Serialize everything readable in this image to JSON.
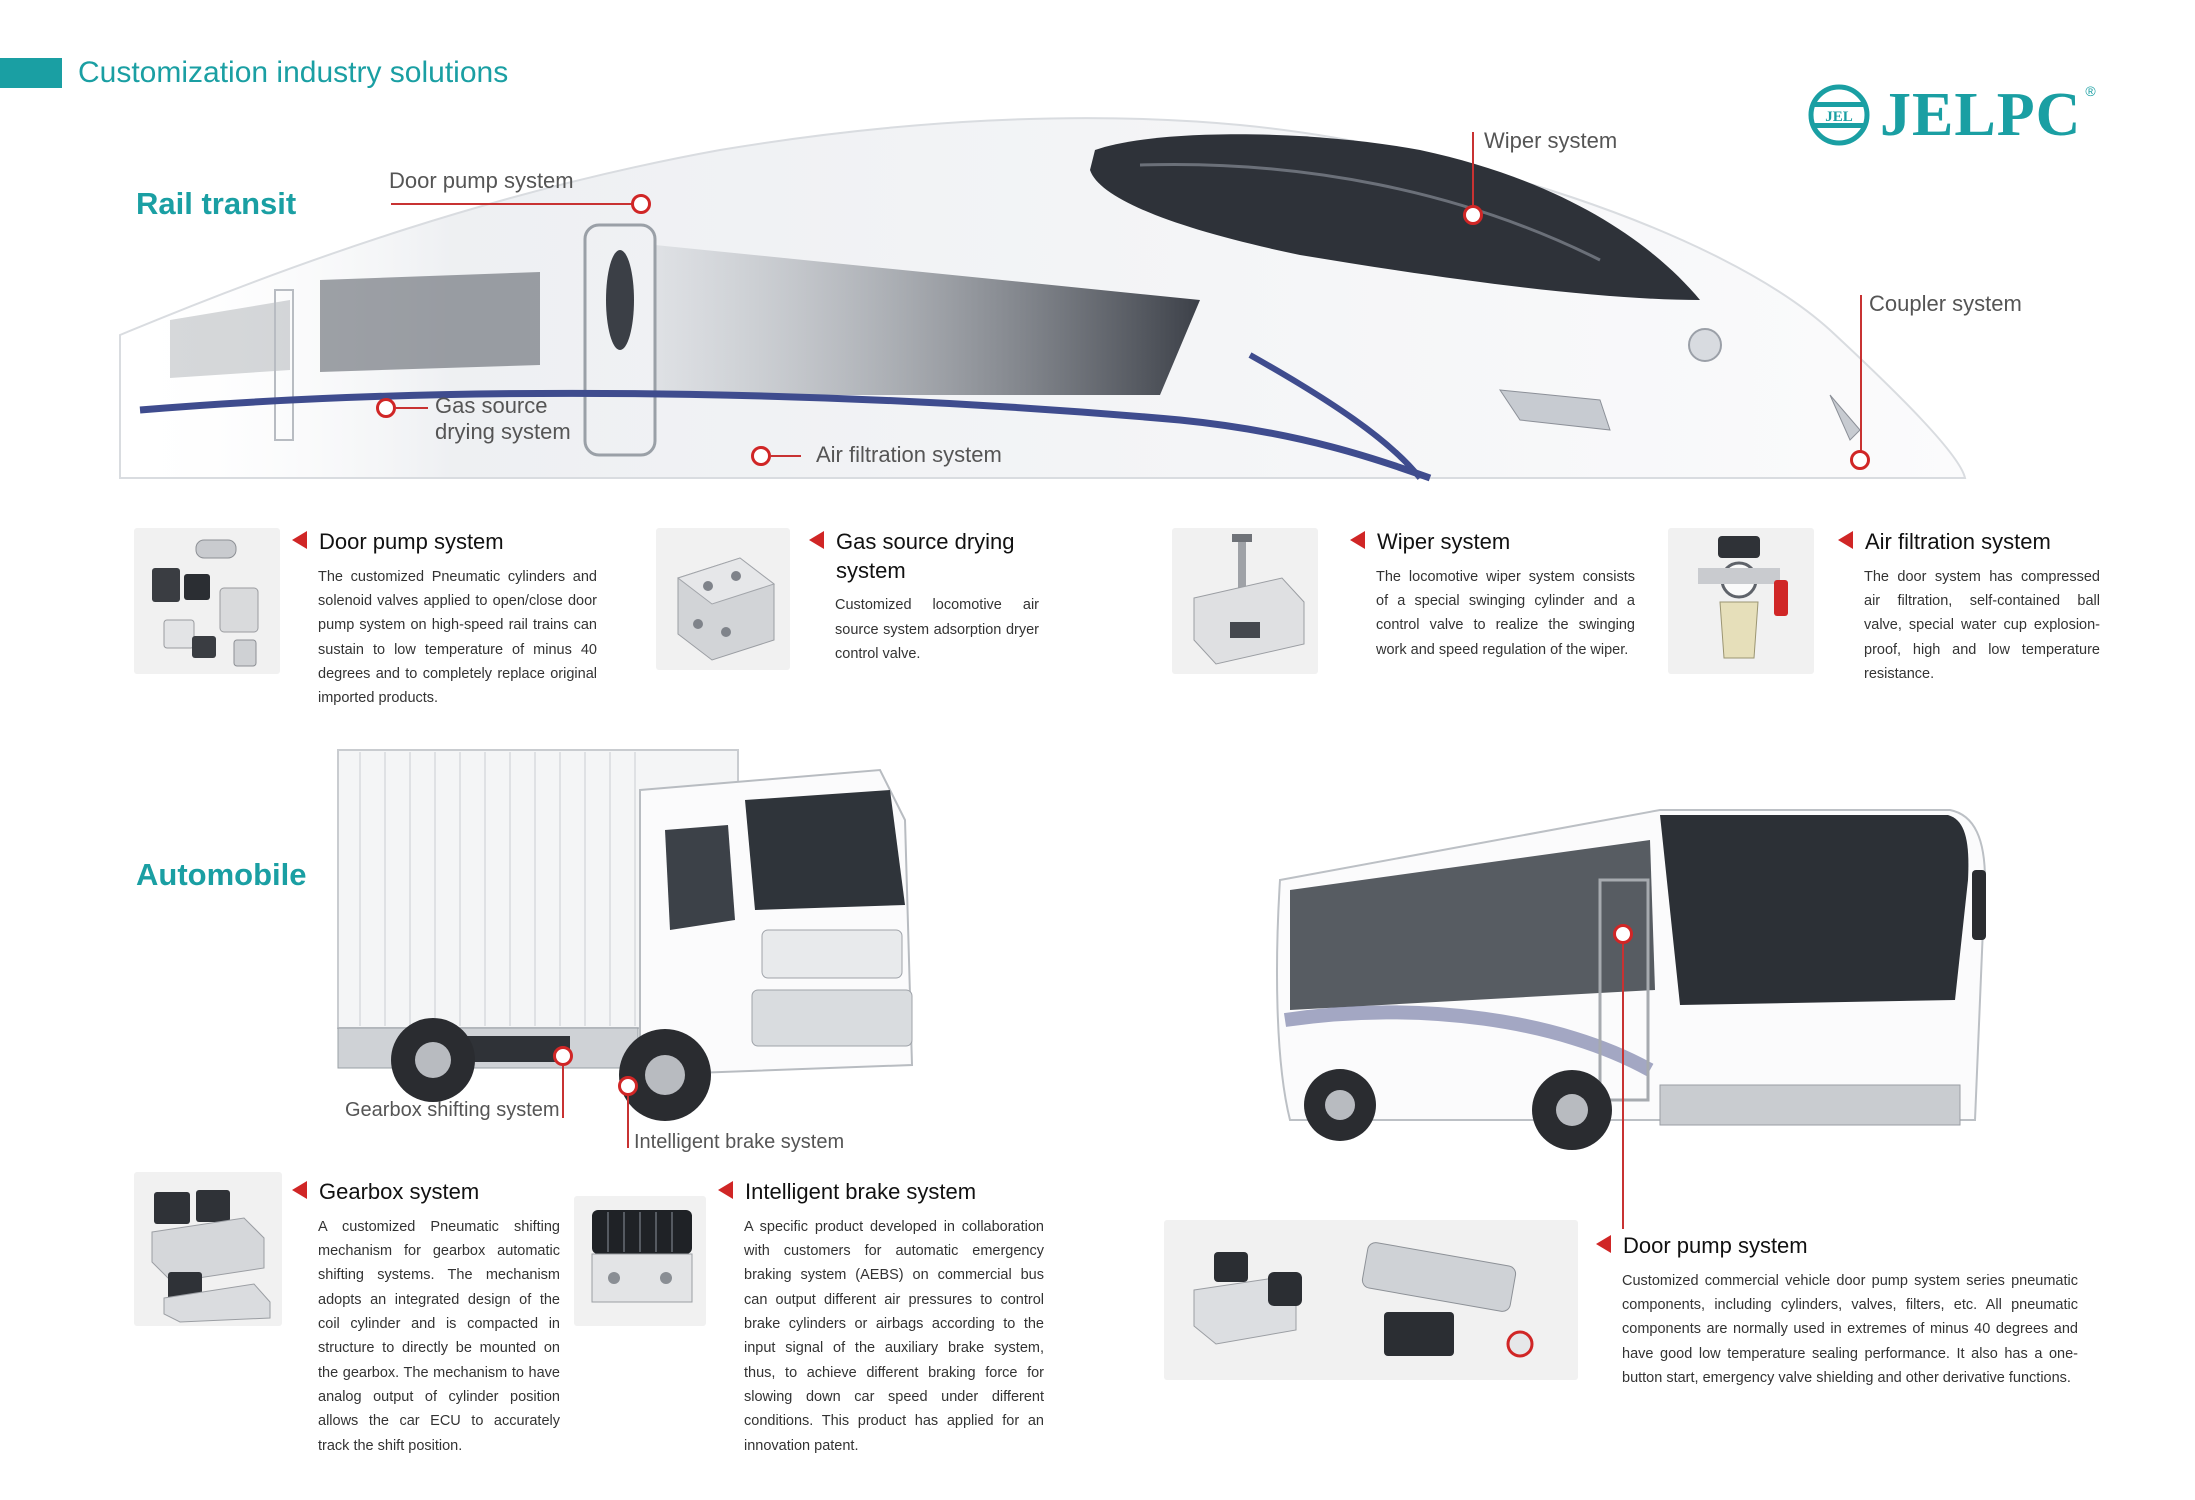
{
  "header": {
    "title": "Customization industry solutions"
  },
  "logo": {
    "text": "JELPC",
    "mark": "JEL",
    "registered": "®"
  },
  "rail": {
    "section_title": "Rail transit",
    "callouts": {
      "door_pump": "Door pump system",
      "wiper": "Wiper system",
      "coupler": "Coupler system",
      "gas_source": "Gas source drying system",
      "air_filtration": "Air filtration system"
    },
    "products": [
      {
        "title": "Door pump system",
        "desc": "The customized Pneumatic cylinders and solenoid valves applied to open/close door pump system  on high-speed rail trains can sustain to low temperature of minus 40 degrees and to completely replace original imported products."
      },
      {
        "title": "Gas source drying system",
        "desc": "Customized locomotive air source system adsorption dryer control valve."
      },
      {
        "title": "Wiper system",
        "desc": "The locomotive wiper system consists of a special swinging cylinder and a control valve to realize the swinging work and speed regulation of the wiper."
      },
      {
        "title": "Air filtration system",
        "desc": "The door system has compressed air filtration, self-contained ball valve, special water cup explosion-proof, high and low temperature resistance."
      }
    ]
  },
  "auto": {
    "section_title": "Automobile",
    "callouts": {
      "gearbox": "Gearbox shifting system",
      "brake": "Intelligent brake system"
    },
    "products": [
      {
        "title": "Gearbox system",
        "desc": "A customized Pneumatic shifting mechanism for gearbox automatic shifting systems. The mechanism adopts an integrated design of the coil cylinder and is compacted in structure to directly be mounted on the gearbox. The mechanism to have analog output of cylinder position  allows the car ECU to accurately track the shift position."
      },
      {
        "title": "Intelligent brake system",
        "desc": "A specific product developed in collaboration with customers for automatic emergency braking system (AEBS) on commercial bus can output different air pressures to control brake cylinders or airbags according to the input signal of the auxiliary brake system, thus, to achieve different braking force for slowing down car speed under different conditions. This product has applied for an innovation patent."
      },
      {
        "title": "Door pump system",
        "desc": "Customized commercial vehicle door pump system series pneumatic components, including cylinders, valves, filters, etc. All pneumatic components are normally used in extremes of minus 40 degrees and have good low temperature sealing performance. It also has a one-button start, emergency valve shielding and other derivative functions."
      }
    ]
  },
  "colors": {
    "accent": "#1a9fa3",
    "marker": "#d02626"
  }
}
